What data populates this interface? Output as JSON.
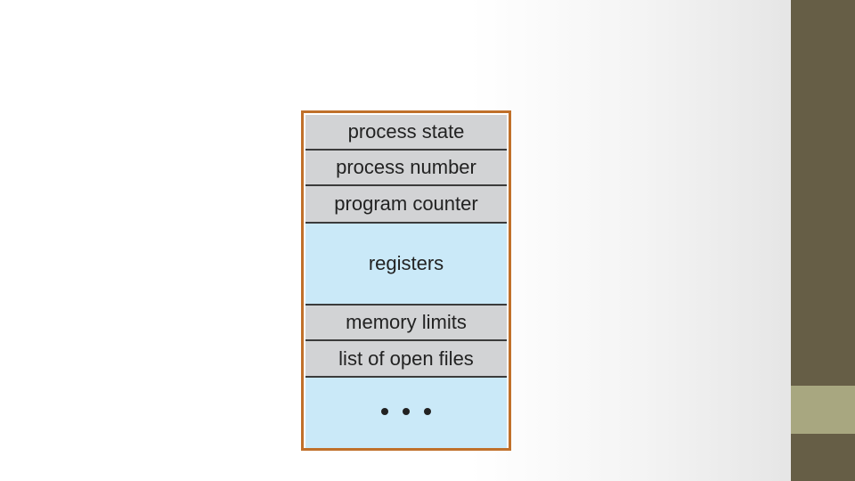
{
  "pcb": {
    "fields": [
      {
        "label": "process state"
      },
      {
        "label": "process number"
      },
      {
        "label": "program counter"
      },
      {
        "label": "registers"
      },
      {
        "label": "memory limits"
      },
      {
        "label": "list of open files"
      }
    ],
    "continuation": "• • •"
  },
  "colors": {
    "border": "#c0702a",
    "field_gray": "#d2d3d5",
    "field_blue": "#cae9f8",
    "sidebar": "#665e46",
    "sidebar_accent": "#a8a780"
  }
}
